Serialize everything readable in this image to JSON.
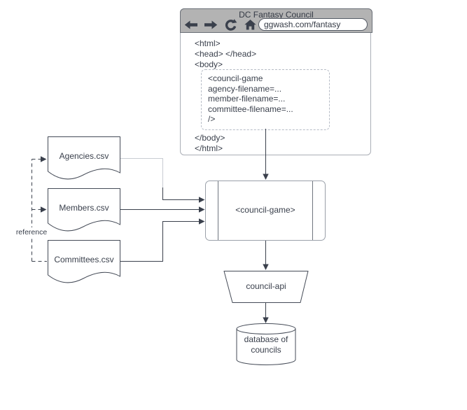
{
  "browser": {
    "title": "DC Fantasy Council",
    "url": "ggwash.com/fantasy",
    "toolbar_icons": [
      "back-icon",
      "forward-icon",
      "refresh-icon",
      "home-icon"
    ]
  },
  "code": {
    "html_open": "<html>",
    "head": "<head> </head>",
    "body_open": "<body>",
    "snippet": {
      "open": "<council-game",
      "attr_agency": "agency-filename=...",
      "attr_member": "member-filename=...",
      "attr_committee": "committee-filename=...",
      "close": "/>"
    },
    "body_close": "</body>",
    "html_close": "</html>"
  },
  "files": {
    "agencies": "Agencies.csv",
    "members": "Members.csv",
    "committees": "Committees.csv"
  },
  "nodes": {
    "council_game": "<council-game>",
    "council_api": "council-api",
    "database_line1": "database of",
    "database_line2": "councils"
  },
  "labels": {
    "reference": "reference"
  },
  "colors": {
    "stroke_dark": "#3a404c",
    "stroke_light": "#c8ccd2",
    "shape_border_light": "#9aa0a9",
    "header_fill": "#b3b3b3"
  }
}
